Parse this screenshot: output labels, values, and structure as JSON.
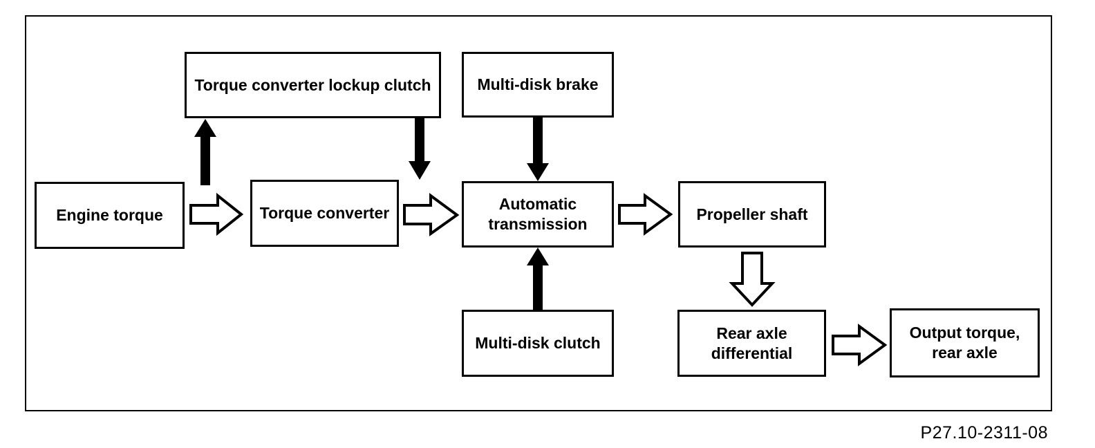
{
  "figure": {
    "caption": "P27.10-2311-08",
    "background_color": "#ffffff",
    "line_color": "#000000"
  },
  "diagram": {
    "nodes": [
      {
        "id": "engine-torque",
        "label": "Engine torque"
      },
      {
        "id": "torque-converter",
        "label": "Torque converter"
      },
      {
        "id": "torque-converter-lockup-clutch",
        "label": "Torque converter lockup clutch"
      },
      {
        "id": "multi-disk-brake",
        "label": "Multi-disk brake"
      },
      {
        "id": "automatic-transmission",
        "label": "Automatic transmission"
      },
      {
        "id": "multi-disk-clutch",
        "label": "Multi-disk clutch"
      },
      {
        "id": "propeller-shaft",
        "label": "Propeller shaft"
      },
      {
        "id": "rear-axle-differential",
        "label": "Rear axle differential"
      },
      {
        "id": "output-torque-rear-axle",
        "label": "Output torque, rear axle"
      }
    ],
    "edges": [
      {
        "from": "engine-torque",
        "to": "torque-converter",
        "style": "outline-block-arrow",
        "direction": "right"
      },
      {
        "from": "engine-torque",
        "to": "torque-converter-lockup-clutch",
        "style": "solid-arrow",
        "direction": "up"
      },
      {
        "from": "torque-converter-lockup-clutch",
        "to": "automatic-transmission",
        "style": "solid-arrow",
        "direction": "down"
      },
      {
        "from": "torque-converter",
        "to": "automatic-transmission",
        "style": "outline-block-arrow",
        "direction": "right"
      },
      {
        "from": "multi-disk-brake",
        "to": "automatic-transmission",
        "style": "solid-arrow",
        "direction": "down"
      },
      {
        "from": "multi-disk-clutch",
        "to": "automatic-transmission",
        "style": "solid-arrow",
        "direction": "up"
      },
      {
        "from": "automatic-transmission",
        "to": "propeller-shaft",
        "style": "outline-block-arrow",
        "direction": "right"
      },
      {
        "from": "propeller-shaft",
        "to": "rear-axle-differential",
        "style": "outline-block-arrow",
        "direction": "down"
      },
      {
        "from": "rear-axle-differential",
        "to": "output-torque-rear-axle",
        "style": "outline-block-arrow",
        "direction": "right"
      }
    ]
  }
}
